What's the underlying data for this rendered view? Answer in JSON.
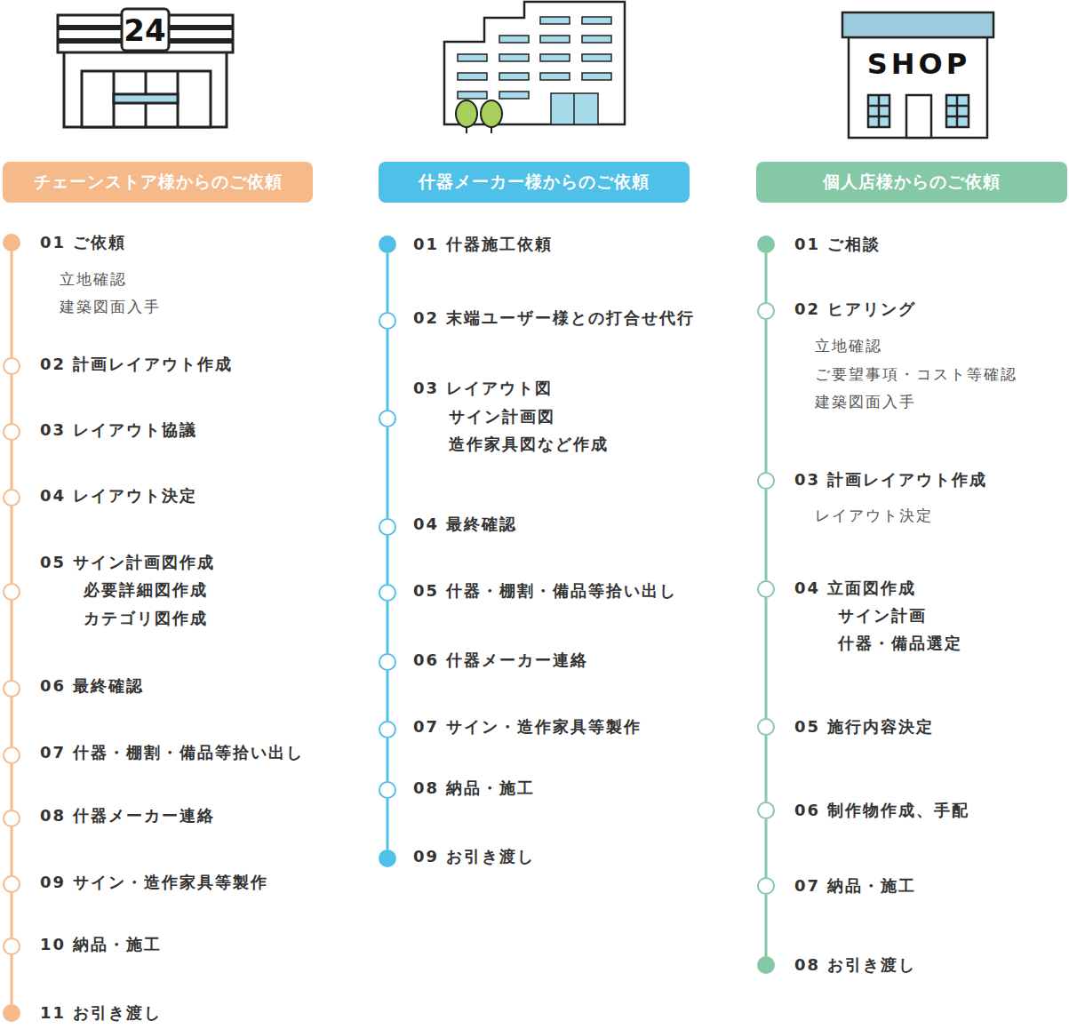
{
  "diagram": {
    "nodes": [
      {
        "text": [
          "チェーンストア様からのご依頼"
        ]
      },
      {
        "text": [
          "01 ご依頼",
          "立地確認",
          "建築図面入手"
        ]
      },
      {
        "text": [
          "02 計画レイアウト作成"
        ]
      },
      {
        "text": [
          "03 レイアウト協議"
        ]
      },
      {
        "text": [
          "04 レイアウト決定"
        ]
      },
      {
        "text": [
          "05 サイン計画図作成",
          "必要詳細図作成",
          "カテゴリ図作成"
        ]
      },
      {
        "text": [
          "06 最終確認"
        ]
      },
      {
        "text": [
          "07 什器・棚割・備品等拾い出し"
        ]
      },
      {
        "text": [
          "08 什器メーカー連絡"
        ]
      },
      {
        "text": [
          "09 サイン・造作家具等製作"
        ]
      },
      {
        "text": [
          "10 納品・施工"
        ]
      },
      {
        "text": [
          "11 お引き渡し"
        ]
      },
      {
        "text": [
          "什器メーカー様からのご依頼"
        ]
      },
      {
        "text": [
          "01 什器施工依頼"
        ]
      },
      {
        "text": [
          "02 末端ユーザー様との打合せ代行"
        ]
      },
      {
        "text": [
          "03 レイアウト図",
          "サイン計画図",
          "造作家具図など作成"
        ]
      },
      {
        "text": [
          "04 最終確認"
        ]
      },
      {
        "text": [
          "05 什器・棚割・備品等拾い出し"
        ]
      },
      {
        "text": [
          "06 什器メーカー連絡"
        ]
      },
      {
        "text": [
          "07 サイン・造作家具等製作"
        ]
      },
      {
        "text": [
          "08 納品・施工"
        ]
      },
      {
        "text": [
          "09 お引き渡し"
        ]
      },
      {
        "text": [
          "個人店様からのご依頼"
        ]
      },
      {
        "text": [
          "01 ご相談"
        ]
      },
      {
        "text": [
          "02 ヒアリング",
          "立地確認",
          "ご要望事項・コスト等確認",
          "建築図面入手"
        ]
      },
      {
        "text": [
          "03 計画レイアウト作成",
          "レイアウト決定"
        ]
      },
      {
        "text": [
          "04 立面図作成",
          "サイン計画",
          "什器・備品選定"
        ]
      },
      {
        "text": [
          "05 施行内容決定"
        ]
      },
      {
        "text": [
          "06 制作物作成、手配"
        ]
      },
      {
        "text": [
          "07 納品・施工"
        ]
      },
      {
        "text": [
          "08 お引き渡し"
        ]
      }
    ],
    "edges": [
      {
        "from": 1,
        "to": 2,
        "arrow": "none"
      },
      {
        "from": 2,
        "to": 3,
        "arrow": "none"
      },
      {
        "from": 3,
        "to": 4,
        "arrow": "none"
      },
      {
        "from": 4,
        "to": 5,
        "arrow": "none"
      },
      {
        "from": 5,
        "to": 6,
        "arrow": "none"
      },
      {
        "from": 6,
        "to": 7,
        "arrow": "none"
      },
      {
        "from": 7,
        "to": 8,
        "arrow": "none"
      },
      {
        "from": 8,
        "to": 9,
        "arrow": "none"
      },
      {
        "from": 9,
        "to": 10,
        "arrow": "none"
      },
      {
        "from": 10,
        "to": 11,
        "arrow": "none"
      },
      {
        "from": 13,
        "to": 14,
        "arrow": "none"
      },
      {
        "from": 14,
        "to": 15,
        "arrow": "none"
      },
      {
        "from": 15,
        "to": 16,
        "arrow": "none"
      },
      {
        "from": 16,
        "to": 17,
        "arrow": "none"
      },
      {
        "from": 17,
        "to": 18,
        "arrow": "none"
      },
      {
        "from": 18,
        "to": 19,
        "arrow": "none"
      },
      {
        "from": 19,
        "to": 20,
        "arrow": "none"
      },
      {
        "from": 20,
        "to": 21,
        "arrow": "none"
      },
      {
        "from": 23,
        "to": 24,
        "arrow": "none"
      },
      {
        "from": 24,
        "to": 25,
        "arrow": "none"
      },
      {
        "from": 25,
        "to": 26,
        "arrow": "none"
      },
      {
        "from": 26,
        "to": 27,
        "arrow": "none"
      },
      {
        "from": 27,
        "to": 28,
        "arrow": "none"
      },
      {
        "from": 28,
        "to": 29,
        "arrow": "none"
      },
      {
        "from": 29,
        "to": 30,
        "arrow": "none"
      }
    ],
    "labels": [
      "24",
      "SHOP"
    ]
  }
}
